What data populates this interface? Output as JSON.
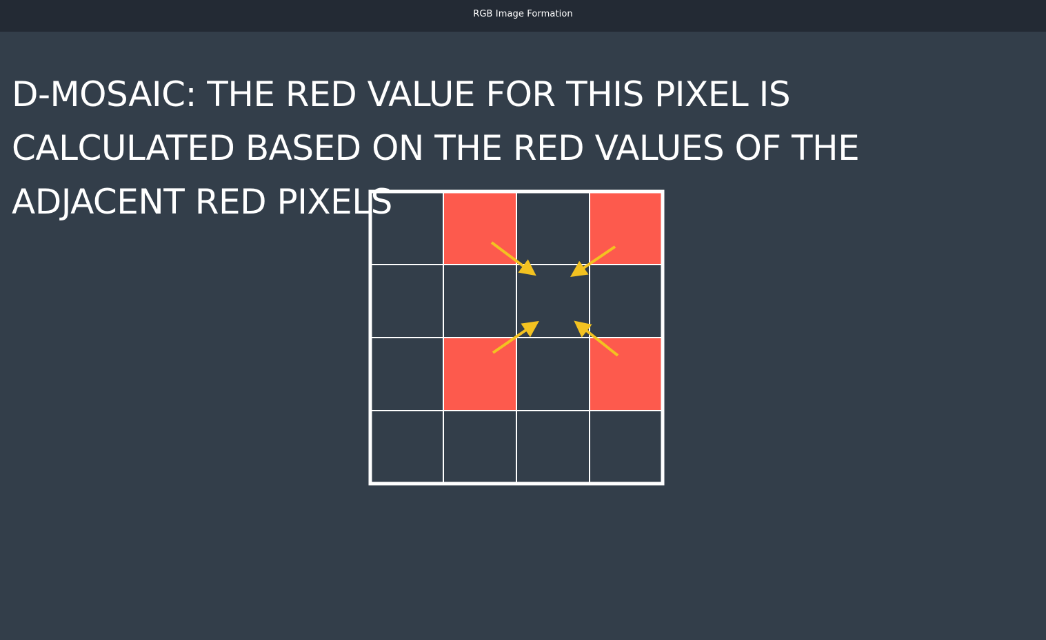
{
  "window": {
    "title": "RGB Image Formation"
  },
  "slide": {
    "heading": "D-MOSAIC: THE RED VALUE FOR THIS PIXEL IS CALCULATED BASED ON THE RED VALUES OF THE ADJACENT RED PIXELS"
  },
  "figure": {
    "rows": 4,
    "cols": 4,
    "red_cells": [
      [
        0,
        1
      ],
      [
        0,
        3
      ],
      [
        2,
        1
      ],
      [
        2,
        3
      ]
    ],
    "target_cell": [
      1,
      2
    ],
    "colors": {
      "background": "#333e4a",
      "titlebar": "#232a34",
      "grid_line": "#ffffff",
      "red_pixel": "#fd5a4d",
      "arrow": "#f3c221"
    },
    "arrows": [
      {
        "from": "red-pixel-top-left",
        "direction": "toward target pixel"
      },
      {
        "from": "red-pixel-top-right",
        "direction": "toward target pixel"
      },
      {
        "from": "red-pixel-bottom-left",
        "direction": "toward target pixel"
      },
      {
        "from": "red-pixel-bottom-right",
        "direction": "toward target pixel"
      }
    ]
  }
}
